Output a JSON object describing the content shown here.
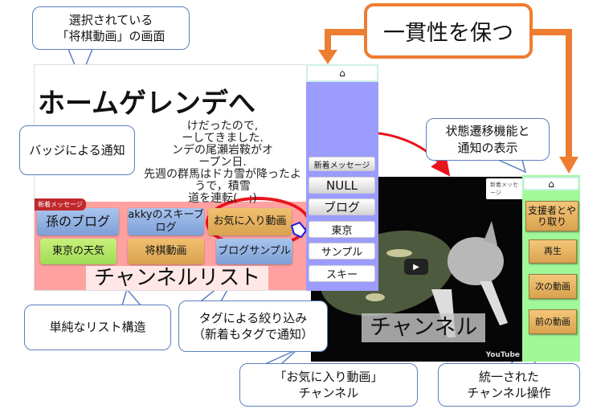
{
  "home_screen": {
    "title": "ホームゲレンデへ",
    "blog_lines": [
      "けだったので,",
      "ーしてきました.",
      "ンデの尾瀬岩鞍がオ",
      "ープン日.",
      "先週の群馬はドカ雪が降ったようで，積雪",
      "道を連転(　;)"
    ],
    "badge": "新着メッセージ",
    "channels": [
      {
        "label": "孫のブログ",
        "color": "#8fb0e2"
      },
      {
        "label": "akkyのスキーブログ",
        "color": "#8fb0e2"
      },
      {
        "label": "お気に入り動画",
        "color": "#e6b060"
      },
      {
        "label": "東京の天気",
        "color": "#b4e86a"
      },
      {
        "label": "将棋動画",
        "color": "#e6b060"
      },
      {
        "label": "ブログサンプル",
        "color": "#8fb0e2"
      }
    ],
    "overlay_label": "チャンネルリスト"
  },
  "tag_sidebar": {
    "home_icon": "home-icon",
    "tags": [
      "新着メッセージ",
      "NULL",
      "ブログ",
      "東京",
      "サンプル",
      "スキー"
    ]
  },
  "channel_screen": {
    "badge": "新着メッセージ",
    "overlay_label": "チャンネル",
    "video_logo": "YouTube",
    "home_icon": "home-icon",
    "buttons": [
      "支援者とやり取り",
      "再生",
      "次の動画",
      "前の動画"
    ]
  },
  "callouts": {
    "selected": "選択されている\n「将棋動画」の画面",
    "consistency": "一貫性を保つ",
    "state": "状態遷移機能と\n通知の表示",
    "badge": "バッジによる通知",
    "list": "単純なリスト構造",
    "tags": "タグによる絞り込み\n（新着もタグで通知）",
    "fav": "「お気に入り動画」\nチャンネル",
    "unified": "統一された\nチャンネル操作"
  },
  "colors": {
    "accent_orange": "#ed7d31",
    "red_arrow": "#e8141c",
    "callout_border": "#5a7fc0"
  }
}
